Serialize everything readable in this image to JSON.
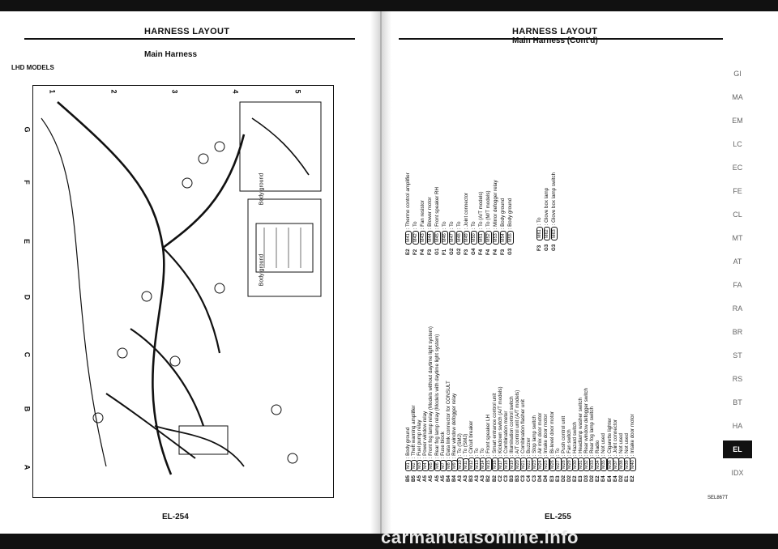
{
  "left_page": {
    "title": "HARNESS LAYOUT",
    "subtitle": "Main Harness",
    "models": "LHD MODELS",
    "page_number": "EL-254",
    "grid_numbers": [
      "1",
      "2",
      "3",
      "4",
      "5"
    ],
    "grid_letters": [
      "G",
      "F",
      "E",
      "D",
      "C",
      "B",
      "A"
    ],
    "body_ground_labels": [
      "Body ground",
      "Body ground"
    ]
  },
  "right_page": {
    "title": "HARNESS LAYOUT",
    "subtitle": "Main Harness (Cont'd)",
    "page_number": "EL-255",
    "ref_code": "SEL867T",
    "legend_col1": [
      {
        "code": "B5",
        "conn": "M1",
        "text": ": Body ground"
      },
      {
        "code": "B5",
        "conn": "M2",
        "text": ": Theft warning amplifier"
      },
      {
        "code": "A5",
        "conn": "M3",
        "text": ": Fuel pump relay"
      },
      {
        "code": "A5",
        "conn": "M4",
        "text": ": Power window relay"
      },
      {
        "code": "A5",
        "conn": "M5",
        "text": ": Front fog lamp relay (Models without daytime light system)"
      },
      {
        "code": "A5",
        "conn": "M6",
        "text": ": Rear fog lamp relay (Models with daytime light system)"
      },
      {
        "code": "A5",
        "conn": "M7",
        "text": ": Fuse block"
      },
      {
        "code": "B4",
        "conn": "M8",
        "text": ": Data link connector for CONSULT"
      },
      {
        "code": "B4",
        "conn": "M9",
        "text": ": Rear window defogger relay"
      },
      {
        "code": "A3",
        "conn": "M10",
        "text": ": To (SMJ)"
      },
      {
        "code": "A3",
        "conn": "M11",
        "text": ": To (SMJ)"
      },
      {
        "code": "B3",
        "conn": "M12",
        "text": ": Circuit breaker"
      },
      {
        "code": "A3",
        "conn": "M13",
        "text": ": To"
      },
      {
        "code": "A3",
        "conn": "M14",
        "text": ": To"
      },
      {
        "code": "B2",
        "conn": "M15",
        "text": ": Front speaker LH"
      },
      {
        "code": "B2",
        "conn": "M16",
        "text": ": Smart entrance control unit"
      },
      {
        "code": "C2",
        "conn": "M17",
        "text": ": Kickdown switch (A/T models)"
      },
      {
        "code": "C3",
        "conn": "M18",
        "text": ": Combination meter"
      },
      {
        "code": "B3",
        "conn": "M19",
        "text": ": Illumination control switch"
      },
      {
        "code": "B3",
        "conn": "M20",
        "text": ": A/T control unit (A/T models)"
      },
      {
        "code": "C3",
        "conn": "M21",
        "text": ": Combination flasher unit"
      },
      {
        "code": "C4",
        "conn": "M22",
        "text": ": Buzzer"
      },
      {
        "code": "C3",
        "conn": "M23",
        "text": ": Stop lamp switch"
      },
      {
        "code": "D4",
        "conn": "M24",
        "text": ": Air mix door motor"
      },
      {
        "code": "D4",
        "conn": "M25",
        "text": ": Intake door motor"
      },
      {
        "code": "E3",
        "conn": "M26",
        "text": ": Bi-level door motor"
      },
      {
        "code": "E3",
        "conn": "M27",
        "text": ": To"
      },
      {
        "code": "D2",
        "conn": "M28",
        "text": ": Push control unit"
      },
      {
        "code": "D2",
        "conn": "M29",
        "text": ": Fan switch"
      },
      {
        "code": "E2",
        "conn": "M30",
        "text": ": Hazard switch"
      },
      {
        "code": "E3",
        "conn": "M31",
        "text": ": Headlamp washer switch"
      },
      {
        "code": "D3",
        "conn": "M32",
        "text": ": Rear window defogger switch"
      },
      {
        "code": "D2",
        "conn": "M33",
        "text": ": Rear fog lamp switch"
      },
      {
        "code": "E2",
        "conn": "M34",
        "text": ": Radio"
      },
      {
        "code": "E4",
        "conn": "M35",
        "text": ": Not used"
      },
      {
        "code": "E4",
        "conn": "M36",
        "text": ": Cigarette lighter"
      },
      {
        "code": "E4",
        "conn": "M37",
        "text": ": Joint connector"
      },
      {
        "code": "D2",
        "conn": "M38",
        "text": ": Not used"
      },
      {
        "code": "E1",
        "conn": "M39",
        "text": ": Not used"
      },
      {
        "code": "E2",
        "conn": "M40",
        "text": ": Intake door motor"
      }
    ],
    "legend_col2": [
      {
        "code": "E2",
        "conn": "M41",
        "text": ": Thermo control amplifier"
      },
      {
        "code": "F2",
        "conn": "M42",
        "text": ": To"
      },
      {
        "code": "F4",
        "conn": "M43",
        "text": ": Fan resistor"
      },
      {
        "code": "F3",
        "conn": "M44",
        "text": ": Blower motor"
      },
      {
        "code": "G1",
        "conn": "M45",
        "text": ": Front speaker RH"
      },
      {
        "code": "F1",
        "conn": "M46",
        "text": ": To"
      },
      {
        "code": "G2",
        "conn": "M47",
        "text": ": To"
      },
      {
        "code": "G2",
        "conn": "M48",
        "text": ": To"
      },
      {
        "code": "F3",
        "conn": "M49",
        "text": ": Joint connector"
      },
      {
        "code": "G4",
        "conn": "M50",
        "text": ": To"
      },
      {
        "code": "F4",
        "conn": "M51",
        "text": ": To (A/T models)"
      },
      {
        "code": "F4",
        "conn": "M52",
        "text": ": To (M/T models)"
      },
      {
        "code": "F4",
        "conn": "M53",
        "text": ": Mirror defogger relay"
      },
      {
        "code": "F3",
        "conn": "M54",
        "text": ": Body ground"
      },
      {
        "code": "G3",
        "conn": "M55",
        "text": ": Body ground"
      }
    ],
    "legend_col3": [
      {
        "code": "F3",
        "conn": "M61",
        "text": ": To"
      },
      {
        "code": "G3",
        "conn": "M62",
        "text": ": Glove box lamp"
      },
      {
        "code": "G3",
        "conn": "M63",
        "text": ": Glove box lamp switch"
      }
    ],
    "side_tabs": [
      "GI",
      "MA",
      "EM",
      "LC",
      "EC",
      "FE",
      "CL",
      "MT",
      "AT",
      "FA",
      "RA",
      "BR",
      "ST",
      "RS",
      "BT",
      "HA",
      "EL",
      "IDX"
    ],
    "active_tab": "EL"
  },
  "watermark": "carmanualsonline.info"
}
